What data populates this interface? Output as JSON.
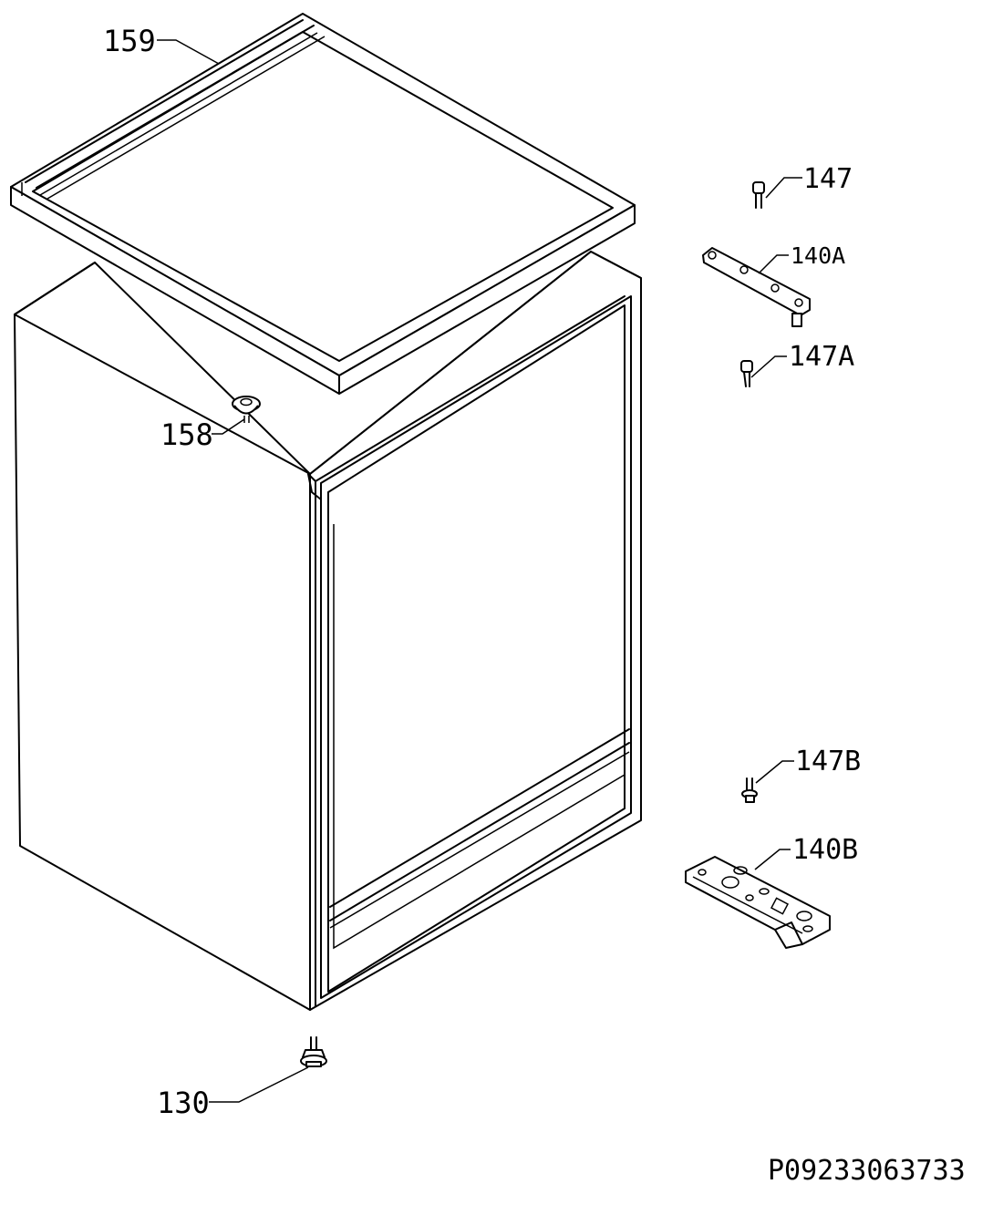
{
  "diagram": {
    "labels": {
      "p159": "159",
      "p158": "158",
      "p147": "147",
      "p140a": "140A",
      "p147a": "147A",
      "p147b": "147B",
      "p140b": "140B",
      "p130": "130"
    },
    "reference_code": "P09233063733"
  }
}
